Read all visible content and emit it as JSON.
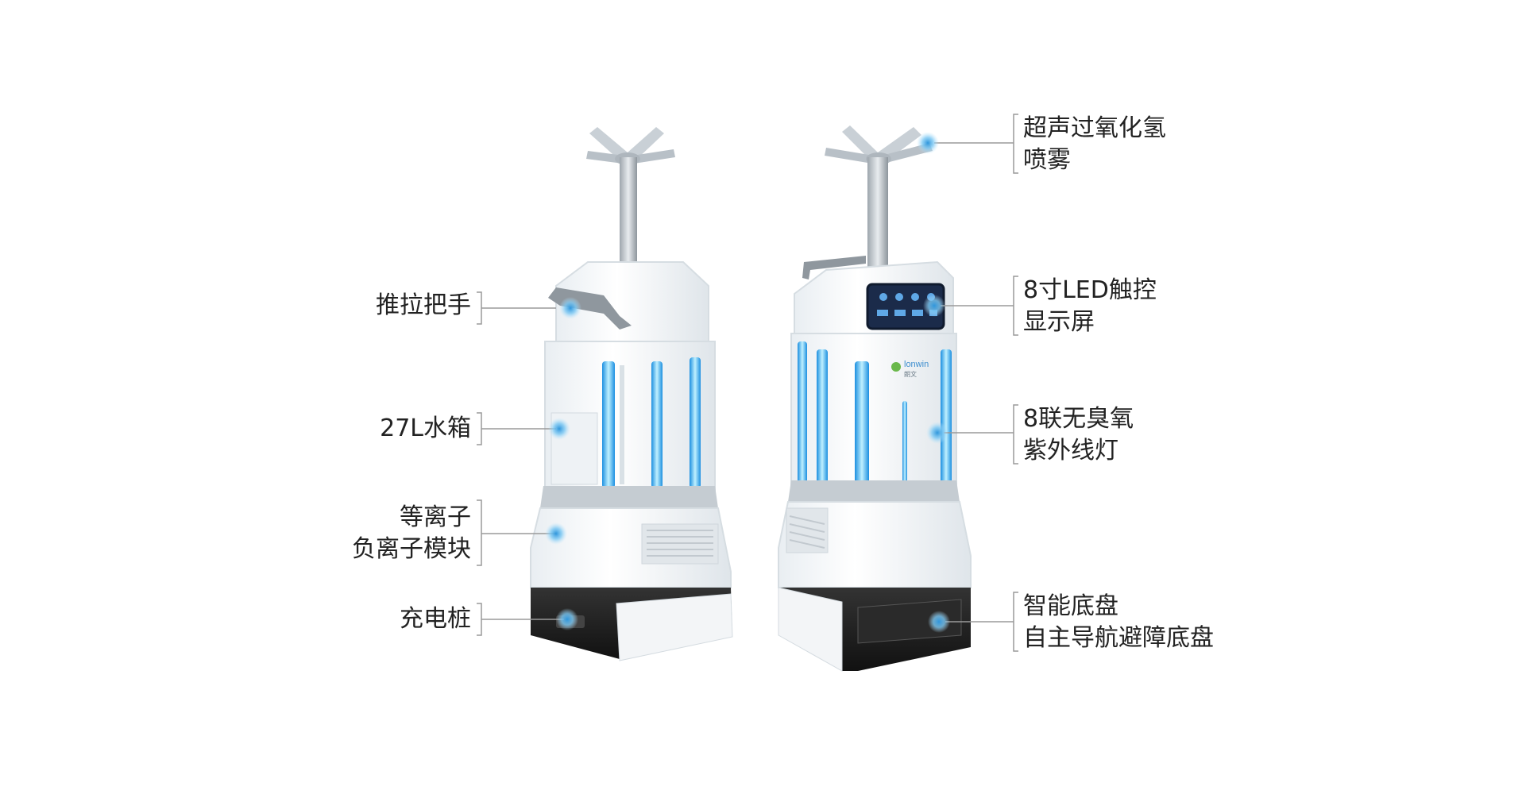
{
  "colors": {
    "background": "#ffffff",
    "text": "#222222",
    "line": "#9a9a9a",
    "uv_glow": "#33c8ff",
    "body": "#f6f8fa",
    "base": "#1e1e1e",
    "dot": "#3aa6e8"
  },
  "labels": {
    "left": [
      {
        "lines": [
          "推拉把手"
        ]
      },
      {
        "lines": [
          "27L水箱"
        ]
      },
      {
        "lines": [
          "等离子",
          "负离子模块"
        ]
      },
      {
        "lines": [
          "充电桩"
        ]
      }
    ],
    "right": [
      {
        "lines": [
          "超声过氧化氢",
          "喷雾"
        ]
      },
      {
        "lines": [
          "8寸LED触控",
          "显示屏"
        ]
      },
      {
        "lines": [
          "8联无臭氧",
          "紫外线灯"
        ]
      },
      {
        "lines": [
          "智能底盘",
          "自主导航避障底盘"
        ]
      }
    ]
  },
  "product": {
    "logo_text": "lonwin",
    "logo_subtext": "朗文"
  }
}
